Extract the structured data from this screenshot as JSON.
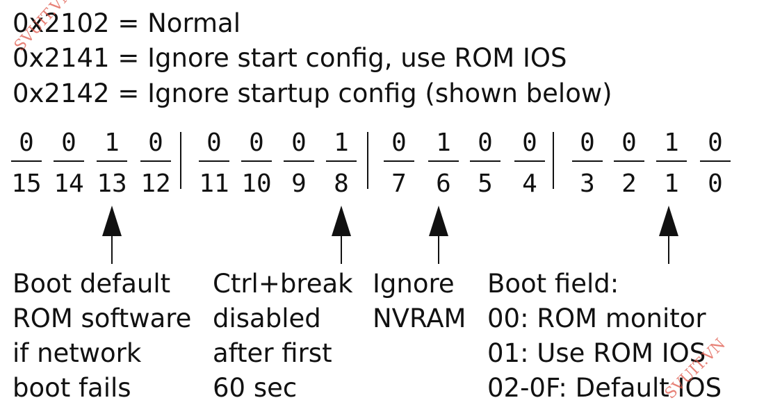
{
  "header_lines": [
    "0x2102 = Normal",
    "0x2141 = Ignore start config, use ROM IOS",
    "0x2142 = Ignore startup config (shown below)"
  ],
  "bits": [
    {
      "value": "0",
      "index": "15"
    },
    {
      "value": "0",
      "index": "14"
    },
    {
      "value": "1",
      "index": "13"
    },
    {
      "value": "0",
      "index": "12"
    },
    {
      "value": "0",
      "index": "11"
    },
    {
      "value": "0",
      "index": "10"
    },
    {
      "value": "0",
      "index": "9"
    },
    {
      "value": "1",
      "index": "8"
    },
    {
      "value": "0",
      "index": "7"
    },
    {
      "value": "1",
      "index": "6"
    },
    {
      "value": "0",
      "index": "5"
    },
    {
      "value": "0",
      "index": "4"
    },
    {
      "value": "0",
      "index": "3"
    },
    {
      "value": "0",
      "index": "2"
    },
    {
      "value": "1",
      "index": "1"
    },
    {
      "value": "0",
      "index": "0"
    }
  ],
  "annotations": [
    {
      "lines": [
        "Boot default",
        "ROM software",
        "if network",
        "boot fails"
      ]
    },
    {
      "lines": [
        "Ctrl+break",
        "disabled",
        "after first",
        "60 sec"
      ]
    },
    {
      "lines": [
        "Ignore",
        "NVRAM"
      ]
    },
    {
      "lines": [
        "Boot field:",
        "00: ROM monitor",
        "01: Use ROM IOS",
        "02-0F: Default IOS"
      ]
    }
  ],
  "watermarks": [
    "SVUIT.VN",
    "SVUIT.VN"
  ]
}
